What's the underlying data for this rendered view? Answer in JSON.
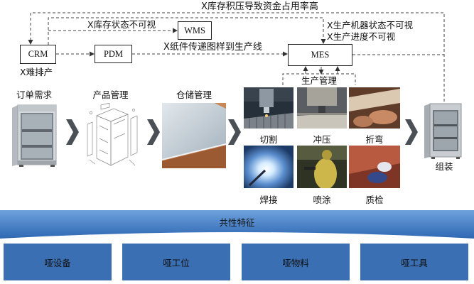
{
  "issues": {
    "inventory_backlog": "X库存积压导致资金占用率高",
    "inventory_invisible": "X库存状态不可视",
    "machine_state_invisible": "X生产机器状态不可视",
    "progress_invisible": "X生产进度不可视",
    "paper_drawings": "X纸件传递图样到生产线",
    "hard_scheduling": "X难排产"
  },
  "systems": {
    "crm": "CRM",
    "pdm": "PDM",
    "wms": "WMS",
    "mes": "MES"
  },
  "stages": {
    "order": "订单需求",
    "product": "产品管理",
    "warehouse": "仓储管理",
    "production": "生产管理",
    "assembly": "组装"
  },
  "processes": [
    "切割",
    "冲压",
    "折弯",
    "焊接",
    "喷涂",
    "质检"
  ],
  "common_features": {
    "title": "共性特征",
    "items": [
      "哑设备",
      "哑工位",
      "哑物料",
      "哑工具"
    ]
  },
  "icons": {
    "stage_transition": "chevron-right-icon"
  },
  "colors": {
    "banner_top": "#6ea2dd",
    "banner_bottom": "#2f68b3",
    "feature_box": "#3b6fb3",
    "connector": "#444444",
    "chevron": "#4b5056"
  }
}
